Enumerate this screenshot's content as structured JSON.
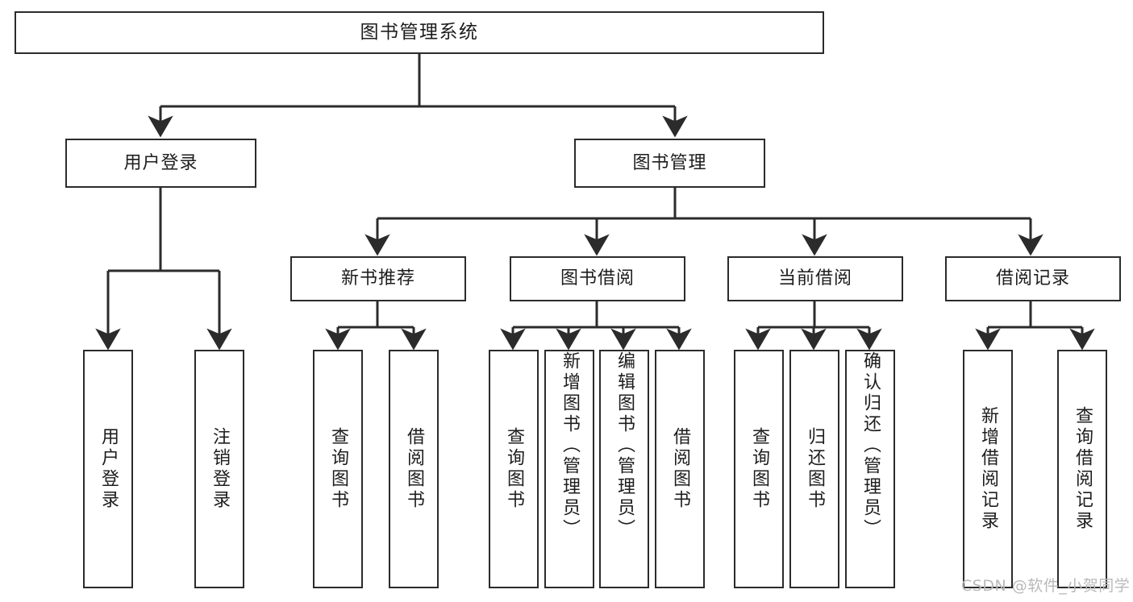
{
  "diagram": {
    "title": "图书管理系统",
    "type": "functional-structure-tree",
    "watermark": "CSDN @软件_小贺同学",
    "root": {
      "label": "图书管理系统"
    },
    "level1": [
      {
        "label": "用户登录"
      },
      {
        "label": "图书管理"
      }
    ],
    "level2": [
      {
        "label": "新书推荐"
      },
      {
        "label": "图书借阅"
      },
      {
        "label": "当前借阅"
      },
      {
        "label": "借阅记录"
      }
    ],
    "leaves": {
      "user_login": [
        {
          "label": "用户登录"
        },
        {
          "label": "注销登录"
        }
      ],
      "new_book": [
        {
          "label": "查询图书"
        },
        {
          "label": "借阅图书"
        }
      ],
      "book_borrow": [
        {
          "label": "查询图书"
        },
        {
          "label": "新增图书（管理员）"
        },
        {
          "label": "编辑图书（管理员）"
        },
        {
          "label": "借阅图书"
        }
      ],
      "current_borrow": [
        {
          "label": "查询图书"
        },
        {
          "label": "归还图书"
        },
        {
          "label": "确认归还（管理员）"
        }
      ],
      "borrow_record": [
        {
          "label": "新增借阅记录"
        },
        {
          "label": "查询借阅记录"
        }
      ]
    },
    "colors": {
      "stroke": "#2b2b2b",
      "fill": "#ffffff",
      "text": "#1d1d1d",
      "watermark": "#b9b9b9"
    }
  }
}
